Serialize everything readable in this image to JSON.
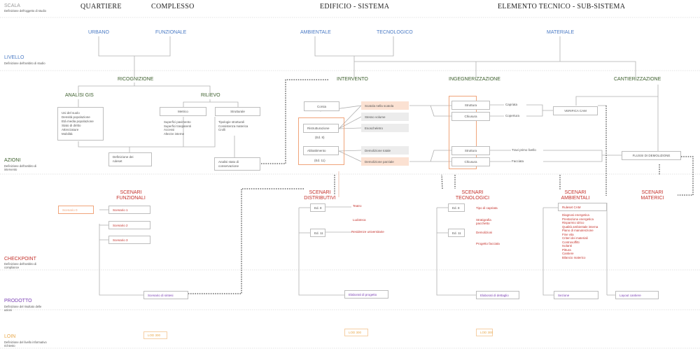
{
  "colors": {
    "blue": "#4a7ac4",
    "green": "#3b5e2b",
    "red": "#c4312b",
    "orange": "#f0a47a",
    "purple": "#7a3fb4",
    "yellow": "#e8a84a",
    "line": "#b5b5b5"
  },
  "left_rail": {
    "scala": {
      "title": "SCALA",
      "desc": "Definizione dell'oggetto di studio"
    },
    "livello": {
      "title": "LIVELLO",
      "desc": "Definizione dell'ambito di studio"
    },
    "azioni": {
      "title": "AZIONI",
      "desc": "Definizione dell'ambito di intervento"
    },
    "checkpoint": {
      "title": "CHECKPOINT",
      "desc": "Definizione dell'ambito di compliance"
    },
    "prodotto": {
      "title": "PRODOTTO",
      "desc": "Definizione del risultato delle azioni"
    },
    "loin": {
      "title": "LOIN",
      "desc": "Definizione del livello informativo richiesto"
    }
  },
  "scale_headers": {
    "quartiere": "QUARTIERE",
    "complesso": "COMPLESSO",
    "edificio": "EDIFICIO - SISTEMA",
    "elemento": "ELEMENTO TECNICO - SUB-SISTEMA"
  },
  "levels": {
    "urbano": "URBANO",
    "funzionale": "FUNZIONALE",
    "ambientale": "AMBIENTALE",
    "tecnologico": "TECNOLOGICO",
    "materiale": "MATERIALE"
  },
  "phases": {
    "ricognizione": "RICOGNIZIONE",
    "intervento": "INTERVENTO",
    "ingegnerizzazione": "INGEGNERIZZAZIONE",
    "cantierizzazione": "CANTIERIZZAZIONE"
  },
  "ricognizione": {
    "analisi_gis": "ANALISI GIS",
    "rilievo": "RILIEVO",
    "gis_list": [
      "Usi del suolo",
      "Densità popolazione",
      "Età media popolazione",
      "Stato di diritto",
      "Attrezzature",
      "Mobilità"
    ],
    "metrico": "Metrico",
    "strutturale": "Strutturale",
    "metrico_list": [
      "Superfici pavimento",
      "Superfici trasparenti",
      "Accessi",
      "Altezze interne"
    ],
    "strutturale_list": [
      "Tipologie strutturali",
      "Consistenza materica",
      "Crolli"
    ],
    "definizione_ruleset": [
      "Definizione dei",
      "ruleset"
    ],
    "analisi_stato": [
      "Analisi stato di",
      "conservazione"
    ]
  },
  "intervento": {
    "corsia": "Corsia",
    "ristrutturazione": "Ristrutturazione",
    "ed8": "(Ed. 8)",
    "abbattimento": "Abbattimento",
    "ed11": "(Ed. 11)",
    "scatola": "Scatola nella scatola",
    "stesso_volume": "Stesso volume",
    "esoscheletro": "Esoscheletro",
    "demolizione_totale": "Demolizione totale",
    "demolizione_parziale": "Demolizione parziale"
  },
  "ingegnerizzazione": {
    "struttura": "Struttura",
    "chiusura": "Chiusura",
    "capriata": "Capriata",
    "copertura": "Copertura",
    "travi": "Travi primo livello",
    "facciata": "Facciata"
  },
  "cantierizzazione": {
    "verifica_cam": "VERIFICA CAM",
    "flussi": "FLUSSI DI DEMOLIZIONE"
  },
  "scenari": {
    "funzionali": {
      "title1": "SCENARI",
      "title2": "FUNZIONALI",
      "items": [
        "Scenario 1",
        "Scenario 2",
        "Scenario 3"
      ],
      "scenario0": "Scenario 0",
      "sintesi": "Scenario di sintesi",
      "loin": "LOD 300"
    },
    "distributivi": {
      "title1": "SCENARI",
      "title2": "DISTRIBUTIVI",
      "ed8": "Ed. 8",
      "ed11": "Ed. 11",
      "items": [
        "Teatro",
        "Ludoteca",
        "Residenze universitarie"
      ],
      "elaborati": "Elaborati di progetto",
      "loin": "LOD 300"
    },
    "tecnologici": {
      "title1": "SCENARI",
      "title2": "TECNOLOGICI",
      "ed8": "Ed. 8",
      "ed11": "Ed. 11",
      "items": [
        "Tipo di capriata",
        "Stratigrafia pacchetto",
        "Demolizioni",
        "Progetto facciata"
      ],
      "elaborati": "Elaborati di dettaglio",
      "loin": "LOD 300"
    },
    "ambientali": {
      "title1": "SCENARI",
      "title2": "AMBIENTALI",
      "ruleset": "Ruleset CAM",
      "items": [
        "Diagnosi energetica",
        "Prestazione energetica",
        "Risparmio idrico",
        "Qualità ambientale interna",
        "Piano di manutenzione",
        "Fine vita",
        "Criteri dei materiali",
        "Controsoffitti",
        "Isolanti",
        "Pittura",
        "Cantiere",
        "Bilancio materico"
      ],
      "sezione": "Sezione"
    },
    "materici": {
      "title1": "SCENARI",
      "title2": "MATERICI",
      "layout": "Layout cantiere"
    }
  }
}
